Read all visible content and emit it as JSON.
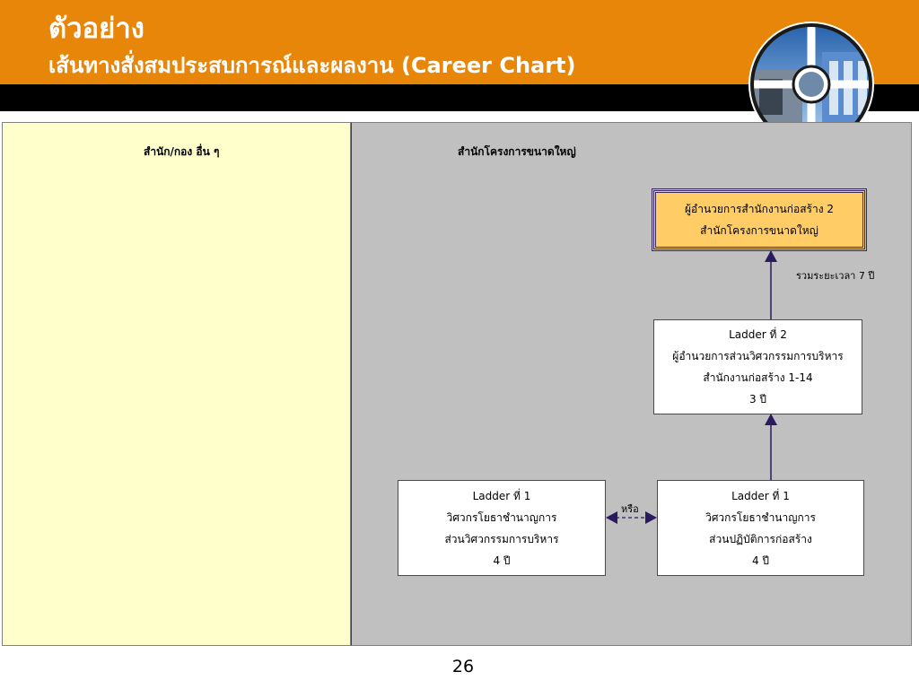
{
  "header": {
    "title": "ตัวอย่าง",
    "subtitle": "เส้นทางสั่งสมประสบการณ์และผลงาน (Career Chart)"
  },
  "columns": {
    "left_heading": "สำนัก/กอง อื่น ๆ",
    "right_heading": "สำนักโครงการขนาดใหญ่"
  },
  "boxes": {
    "top": {
      "line1": "ผู้อำนวยการสำนักงานก่อสร้าง 2",
      "line2": "สำนักโครงการขนาดใหญ่"
    },
    "ladder2": {
      "line1": "Ladder ที่ 2",
      "line2": "ผู้อำนวยการส่วนวิศวกรรมการบริหาร",
      "line3": "สำนักงานก่อสร้าง 1-14",
      "line4": "3 ปี"
    },
    "ladder1_left": {
      "line1": "Ladder ที่ 1",
      "line2": "วิศวกรโยธาชำนาญการ",
      "line3": "ส่วนวิศวกรรมการบริหาร",
      "line4": "4 ปี"
    },
    "ladder1_right": {
      "line1": "Ladder ที่ 1",
      "line2": "วิศวกรโยธาชำนาญการ",
      "line3": "ส่วนปฏิบัติการก่อสร้าง",
      "line4": "4 ปี"
    }
  },
  "labels": {
    "total_time": "รวมระยะเวลา 7  ปี",
    "or": "หรือ"
  },
  "colors": {
    "header": "#e8860a",
    "left_panel": "#ffffcc",
    "right_panel": "#c0c0c0",
    "highlight_box": "#ffcc66",
    "arrow": "#2a1a5e"
  },
  "page_number": "26"
}
